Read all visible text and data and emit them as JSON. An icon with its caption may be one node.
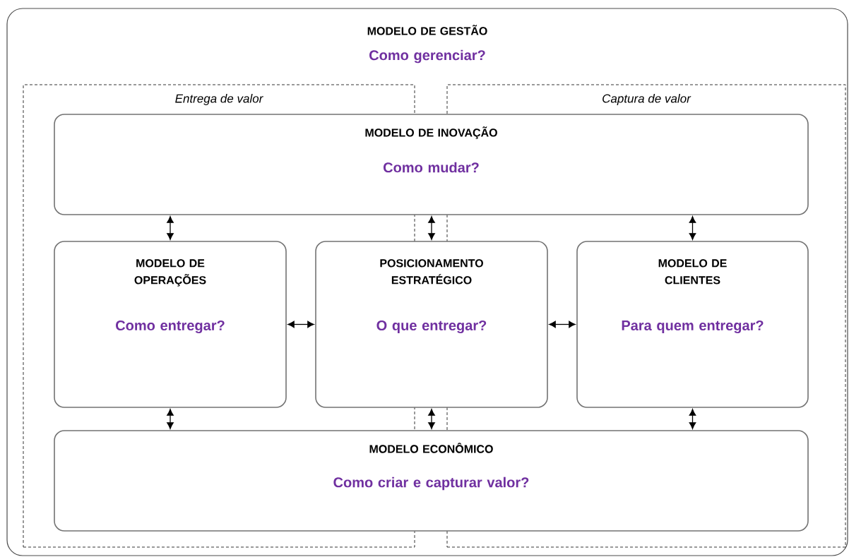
{
  "diagram": {
    "nodes": [
      {
        "text": [
          "MODELO DE GESTÃO",
          "Como gerenciar?"
        ]
      },
      {
        "text": [
          "Entrega de valor"
        ],
        "in": 0
      },
      {
        "text": [
          "Captura de valor"
        ],
        "in": 0
      },
      {
        "text": [
          "MODELO DE INOVAÇÃO",
          "Como mudar?"
        ],
        "in": 0
      },
      {
        "text": [
          "MODELO DE OPERAÇÕES",
          "Como entregar?"
        ],
        "in": 1
      },
      {
        "text": [
          "POSICIONAMENTO ESTRATÉGICO",
          "O que entregar?"
        ],
        "in": 0
      },
      {
        "text": [
          "MODELO DE CLIENTES",
          "Para quem  entregar?"
        ],
        "in": 2
      },
      {
        "text": [
          "MODELO ECONÔMICO",
          "Como criar e capturar valor?"
        ],
        "in": 0
      }
    ],
    "edges": [
      {
        "from": 3,
        "to": 4,
        "arrow": "both"
      },
      {
        "from": 3,
        "to": 5,
        "arrow": "both"
      },
      {
        "from": 3,
        "to": 6,
        "arrow": "both"
      },
      {
        "from": 4,
        "to": 5,
        "arrow": "both"
      },
      {
        "from": 5,
        "to": 6,
        "arrow": "both"
      },
      {
        "from": 4,
        "to": 7,
        "arrow": "both"
      },
      {
        "from": 5,
        "to": 7,
        "arrow": "both"
      },
      {
        "from": 6,
        "to": 7,
        "arrow": "both"
      }
    ]
  }
}
